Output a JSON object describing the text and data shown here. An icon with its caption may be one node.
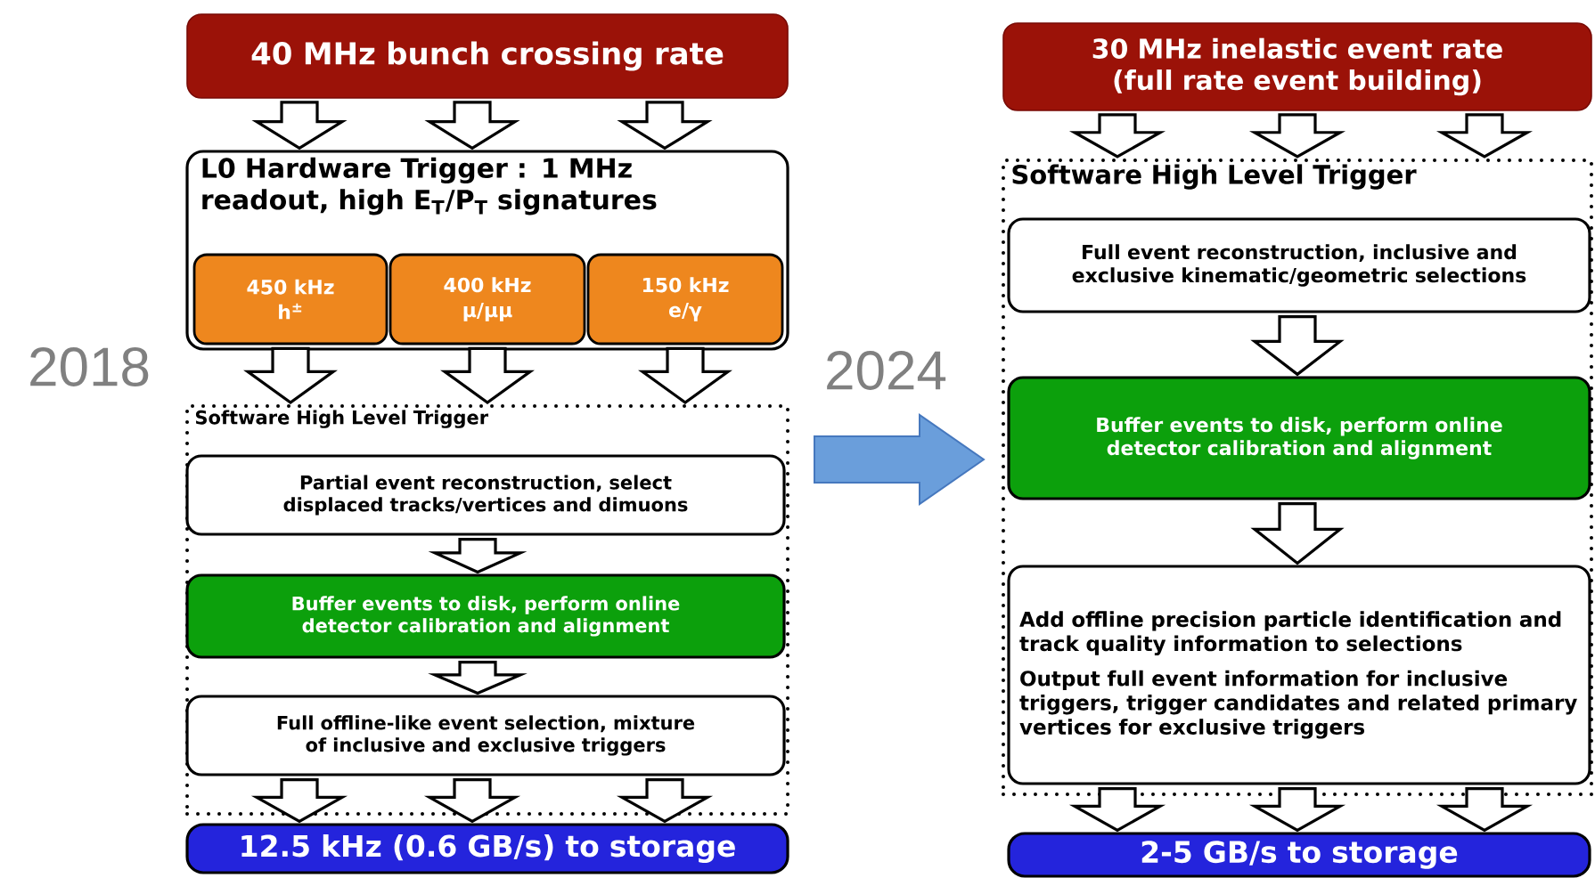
{
  "diagram": {
    "nodes": [
      {
        "text": [
          "40 MHz bunch crossing rate"
        ]
      },
      {
        "text": [
          "L0 Hardware Trigger : 1 MHz readout, high E$_{T}$/P$_{T}$ signatures"
        ]
      },
      {
        "text": [
          "450 kHz",
          "h$^{±}$"
        ],
        "in": 1
      },
      {
        "text": [
          "400 kHz",
          "μ/μμ"
        ],
        "in": 1
      },
      {
        "text": [
          "150 kHz",
          "e/γ"
        ],
        "in": 1
      },
      {
        "text": [
          "Software High Level Trigger"
        ]
      },
      {
        "text": [
          "Partial event reconstruction, select displaced tracks/vertices and dimuons"
        ],
        "in": 5
      },
      {
        "text": [
          "Buffer events to disk, perform online detector calibration and alignment"
        ],
        "in": 5
      },
      {
        "text": [
          "Full offline-like event selection, mixture of inclusive and exclusive triggers"
        ],
        "in": 5
      },
      {
        "text": [
          "12.5 kHz (0.6 GB/s) to storage"
        ]
      },
      {
        "text": [
          "30 MHz inelastic event rate (full rate event building)"
        ]
      },
      {
        "text": [
          "Software High Level Trigger"
        ]
      },
      {
        "text": [
          "Full event reconstruction, inclusive and exclusive kinematic/geometric selections"
        ],
        "in": 11
      },
      {
        "text": [
          "Buffer events to disk, perform online detector calibration and alignment"
        ],
        "in": 11
      },
      {
        "text": [
          "Add offline precision particle identification and track quality information to selections",
          "Output full event information for inclusive triggers, trigger candidates and related primary vertices for exclusive triggers"
        ],
        "in": 11
      },
      {
        "text": [
          "2-5 GB/s to storage"
        ]
      }
    ],
    "edges": [
      {
        "from": 0,
        "to": 1,
        "arrow": "to"
      },
      {
        "from": 0,
        "to": 1,
        "arrow": "to"
      },
      {
        "from": 0,
        "to": 1,
        "arrow": "to"
      },
      {
        "from": 2,
        "to": 5,
        "arrow": "to"
      },
      {
        "from": 3,
        "to": 5,
        "arrow": "to"
      },
      {
        "from": 4,
        "to": 5,
        "arrow": "to"
      },
      {
        "from": 6,
        "to": 7,
        "arrow": "to"
      },
      {
        "from": 7,
        "to": 8,
        "arrow": "to"
      },
      {
        "from": 8,
        "to": 9,
        "arrow": "to"
      },
      {
        "from": 8,
        "to": 9,
        "arrow": "to"
      },
      {
        "from": 8,
        "to": 9,
        "arrow": "to"
      },
      {
        "from": 10,
        "to": 11,
        "arrow": "to"
      },
      {
        "from": 10,
        "to": 11,
        "arrow": "to"
      },
      {
        "from": 10,
        "to": 11,
        "arrow": "to"
      },
      {
        "from": 12,
        "to": 13,
        "arrow": "to"
      },
      {
        "from": 13,
        "to": 14,
        "arrow": "to"
      },
      {
        "from": 14,
        "to": 15,
        "arrow": "to"
      },
      {
        "from": 14,
        "to": 15,
        "arrow": "to"
      },
      {
        "from": 14,
        "to": 15,
        "arrow": "to"
      },
      {
        "from": 5,
        "to": 11,
        "arrow": "to",
        "style": "thick",
        "color": "#6a9edb"
      }
    ],
    "labels": [
      "2018",
      "2024"
    ]
  }
}
